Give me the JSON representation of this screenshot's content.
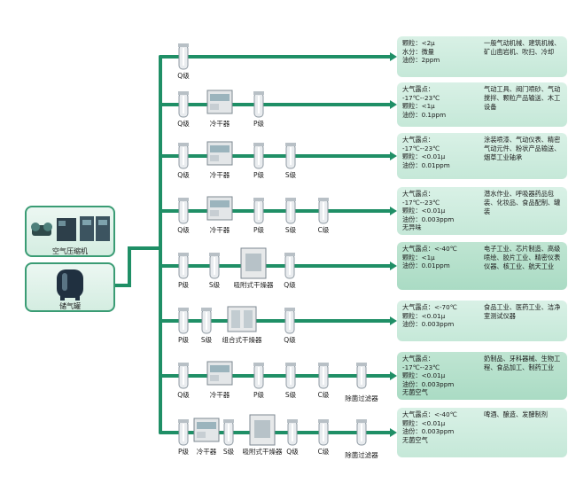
{
  "sources": {
    "compressor_label": "空气压缩机",
    "tank_label": "储气罐"
  },
  "branches": [
    {
      "components": [
        {
          "type": "filter",
          "label": "Q级"
        }
      ],
      "spec": "颗粒：<2μ\n水分：微量\n油份：2ppm",
      "applications": "一般气动机械、建筑机械、矿山凿岩机、吹扫、冷却"
    },
    {
      "components": [
        {
          "type": "filter",
          "label": "Q级"
        },
        {
          "type": "dryer",
          "label": "冷干器"
        },
        {
          "type": "filter",
          "label": "P级"
        }
      ],
      "spec": "大气露点：\n-17℃--23℃\n颗粒：<1μ\n油份：0.1ppm",
      "applications": "气动工具、阀门喷砂、气动搅拌、颗粒产品输送、木工设备"
    },
    {
      "components": [
        {
          "type": "filter",
          "label": "Q级"
        },
        {
          "type": "dryer",
          "label": "冷干器"
        },
        {
          "type": "filter",
          "label": "P级"
        },
        {
          "type": "filter",
          "label": "S级"
        }
      ],
      "spec": "大气露点：\n-17℃--23℃\n颗粒：<0.01μ\n油份：0.01ppm",
      "applications": "涂装喷漆、气动仪表、精密气动元件、粉状产品输送、烟草工业轴承"
    },
    {
      "components": [
        {
          "type": "filter",
          "label": "Q级"
        },
        {
          "type": "dryer",
          "label": "冷干器"
        },
        {
          "type": "filter",
          "label": "P级"
        },
        {
          "type": "filter",
          "label": "S级"
        },
        {
          "type": "filter",
          "label": "C级"
        }
      ],
      "spec": "大气露点：\n-17℃--23℃\n颗粒：<0.01μ\n油份：0.003ppm\n无异味",
      "applications": "潜水作业、呼吸器药品包装、化妆品、食品配制、罐装"
    },
    {
      "components": [
        {
          "type": "filter",
          "label": "P级"
        },
        {
          "type": "filter",
          "label": "S级"
        },
        {
          "type": "adsorber",
          "label": "吸附式干燥器"
        },
        {
          "type": "filter",
          "label": "Q级"
        }
      ],
      "spec": "大气露点：<-40℃\n颗粒：<1μ\n油份：0.01ppm",
      "applications": "电子工业、芯片制造、高级喷绘、胶片工业、精密仪表仪器、核工业、航天工业"
    },
    {
      "components": [
        {
          "type": "filter",
          "label": "P级"
        },
        {
          "type": "filter",
          "label": "S级"
        },
        {
          "type": "combo",
          "label": "组合式干燥器"
        },
        {
          "type": "filter",
          "label": "Q级"
        }
      ],
      "spec": "大气露点：<-70℃\n颗粒：<0.01μ\n油份：0.003ppm",
      "applications": "食品工业、医药工业、洁净室测试仪器"
    },
    {
      "components": [
        {
          "type": "filter",
          "label": "Q级"
        },
        {
          "type": "dryer",
          "label": "冷干器"
        },
        {
          "type": "filter",
          "label": "P级"
        },
        {
          "type": "filter",
          "label": "S级"
        },
        {
          "type": "filter",
          "label": "C级"
        },
        {
          "type": "filter",
          "label": "除菌过滤器"
        }
      ],
      "spec": "大气露点：\n-17℃--23℃\n颗粒：<0.01μ\n油份：0.003ppm\n无菌空气",
      "applications": "奶制品、牙科器械、生物工程、食品加工、制药工业"
    },
    {
      "components": [
        {
          "type": "filter",
          "label": "P级"
        },
        {
          "type": "dryer",
          "label": "冷干器"
        },
        {
          "type": "filter",
          "label": "S级"
        },
        {
          "type": "adsorber",
          "label": "吸附式干燥器"
        },
        {
          "type": "filter",
          "label": "Q级"
        },
        {
          "type": "filter",
          "label": "C级"
        },
        {
          "type": "filter",
          "label": "除菌过滤器"
        }
      ],
      "spec": "大气露点：<-40℃\n颗粒：<0.01μ\n油份：0.003ppm\n无菌空气",
      "applications": "啤酒、酿造、发酵制剂"
    }
  ]
}
